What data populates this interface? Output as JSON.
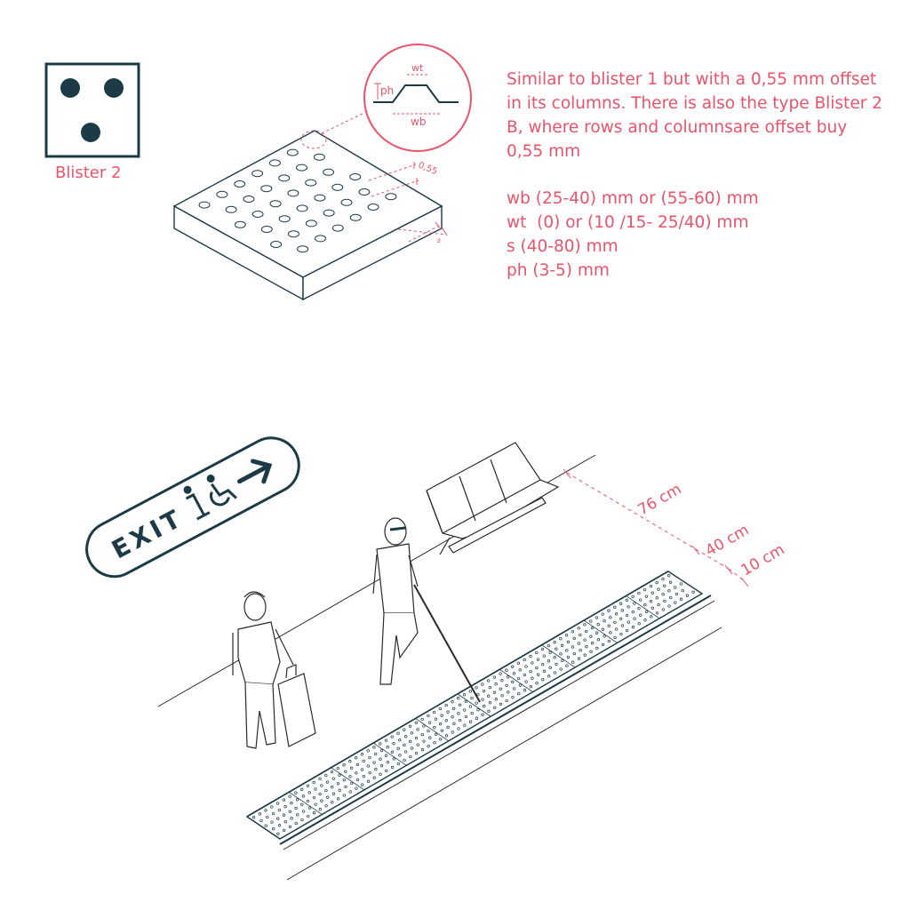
{
  "colors": {
    "ink": "#1d3a47",
    "accent": "#e8546b",
    "line": "#2a2a2a"
  },
  "icon": {
    "name": "blister-2-dot-pattern-icon",
    "label": "Blister 2"
  },
  "profile_detail": {
    "wt": "wt",
    "ph": "ph",
    "wb": "wb"
  },
  "tile_dims": {
    "offset": "0,55",
    "spacing": "s"
  },
  "description": {
    "intro": "Similar to blister 1 but with a 0,55 mm offset in its columns. There is also the type Blister 2 B, where rows and columnsare offset buy 0,55 mm",
    "specs": [
      "wb (25-40) mm or (55-60) mm",
      "wt  (0) or (10 /15- 25/40) mm",
      "s (40-80) mm",
      "ph (3-5) mm"
    ]
  },
  "sign": {
    "text": "EXIT",
    "icons": [
      "info-icon",
      "wheelchair-icon",
      "arrow-right-icon"
    ]
  },
  "platform_dims": {
    "bench_distance": "76 cm",
    "strip_width": "40 cm",
    "edge_gap": "10 cm"
  }
}
